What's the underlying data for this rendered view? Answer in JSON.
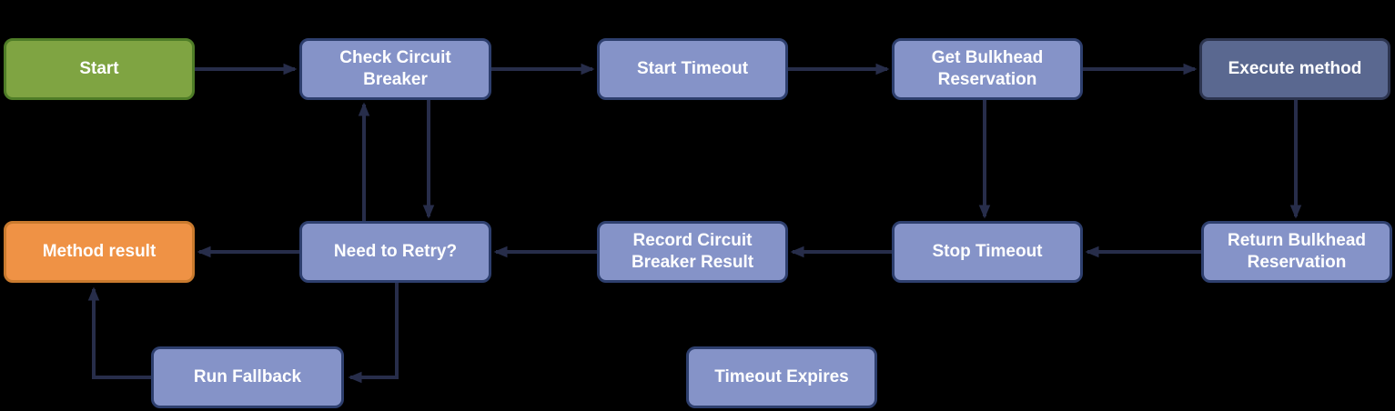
{
  "diagram": {
    "background_color": "#000000",
    "arrow_color": "#272d4a",
    "text_color": "#ffffff",
    "nodes": [
      {
        "id": "start",
        "label": "Start",
        "fill": "#7fa442",
        "border": "#4f7d27"
      },
      {
        "id": "check-circuit-breaker",
        "label": "Check Circuit Breaker",
        "fill": "#8593c8",
        "border": "#2e3f6e"
      },
      {
        "id": "start-timeout",
        "label": "Start Timeout",
        "fill": "#8593c8",
        "border": "#2e3f6e"
      },
      {
        "id": "get-bulkhead-reservation",
        "label": "Get Bulkhead Reservation",
        "fill": "#8593c8",
        "border": "#2e3f6e"
      },
      {
        "id": "execute-method",
        "label": "Execute method",
        "fill": "#5a6890",
        "border": "#2d3550"
      },
      {
        "id": "method-result",
        "label": "Method result",
        "fill": "#ef9245",
        "border": "#c97a2e"
      },
      {
        "id": "need-to-retry",
        "label": "Need to Retry?",
        "fill": "#8593c8",
        "border": "#2e3f6e"
      },
      {
        "id": "record-circuit-breaker-result",
        "label": "Record Circuit Breaker Result",
        "fill": "#8593c8",
        "border": "#2e3f6e"
      },
      {
        "id": "stop-timeout",
        "label": "Stop Timeout",
        "fill": "#8593c8",
        "border": "#2e3f6e"
      },
      {
        "id": "return-bulkhead-reservation",
        "label": "Return Bulkhead Reservation",
        "fill": "#8593c8",
        "border": "#2e3f6e"
      },
      {
        "id": "run-fallback",
        "label": "Run Fallback",
        "fill": "#8593c8",
        "border": "#2e3f6e"
      },
      {
        "id": "timeout-expires",
        "label": "Timeout Expires",
        "fill": "#8593c8",
        "border": "#2e3f6e"
      }
    ],
    "edges": [
      {
        "from": "start",
        "to": "check-circuit-breaker"
      },
      {
        "from": "check-circuit-breaker",
        "to": "start-timeout"
      },
      {
        "from": "start-timeout",
        "to": "get-bulkhead-reservation"
      },
      {
        "from": "get-bulkhead-reservation",
        "to": "execute-method"
      },
      {
        "from": "execute-method",
        "to": "return-bulkhead-reservation"
      },
      {
        "from": "return-bulkhead-reservation",
        "to": "stop-timeout"
      },
      {
        "from": "stop-timeout",
        "to": "record-circuit-breaker-result"
      },
      {
        "from": "record-circuit-breaker-result",
        "to": "need-to-retry"
      },
      {
        "from": "need-to-retry",
        "to": "method-result"
      },
      {
        "from": "need-to-retry",
        "to": "check-circuit-breaker"
      },
      {
        "from": "check-circuit-breaker",
        "to": "need-to-retry"
      },
      {
        "from": "get-bulkhead-reservation",
        "to": "stop-timeout"
      },
      {
        "from": "need-to-retry",
        "to": "run-fallback"
      },
      {
        "from": "run-fallback",
        "to": "method-result"
      }
    ]
  }
}
